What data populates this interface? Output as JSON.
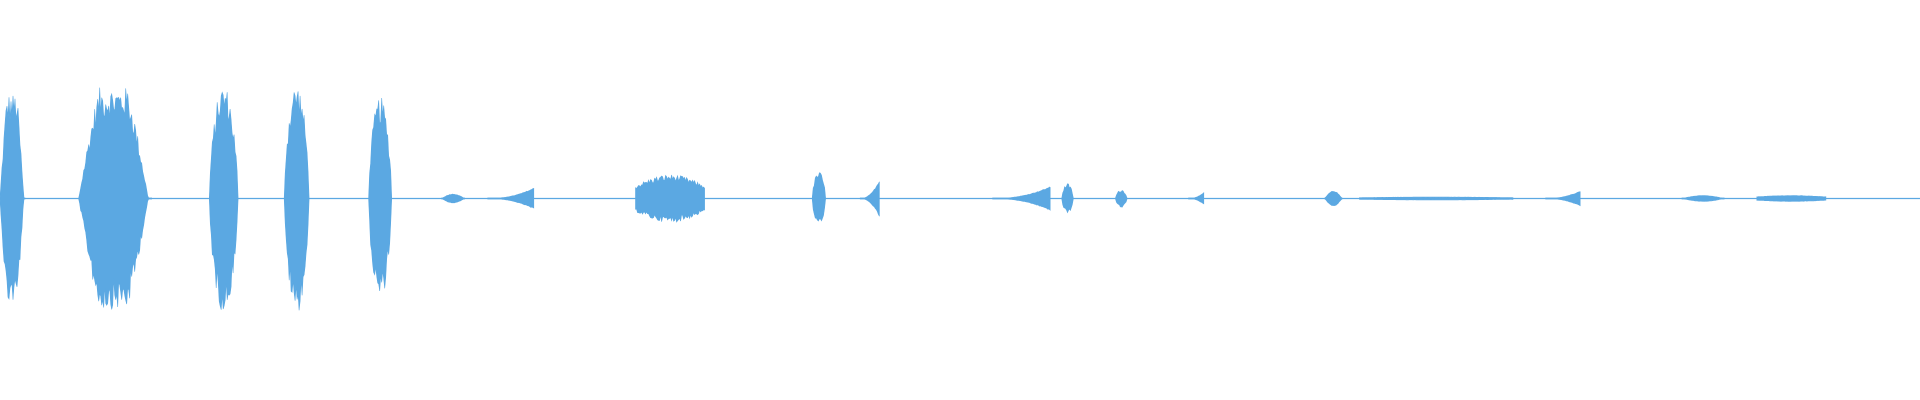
{
  "waveform": {
    "color": "#5ba8e2",
    "baseline_color": "#5ba8e2",
    "bursts": [
      {
        "t": 0.0,
        "d": 0.013,
        "a": 0.7,
        "s": "noisy"
      },
      {
        "t": 0.041,
        "d": 0.038,
        "a": 0.74,
        "s": "noisy"
      },
      {
        "t": 0.109,
        "d": 0.015,
        "a": 0.76,
        "s": "spike"
      },
      {
        "t": 0.148,
        "d": 0.013,
        "a": 0.77,
        "s": "spike"
      },
      {
        "t": 0.192,
        "d": 0.012,
        "a": 0.68,
        "s": "spike"
      },
      {
        "t": 0.23,
        "d": 0.012,
        "a": 0.03,
        "s": "blip"
      },
      {
        "t": 0.254,
        "d": 0.024,
        "a": 0.07,
        "s": "swell"
      },
      {
        "t": 0.331,
        "d": 0.036,
        "a": 0.16,
        "s": "cluster"
      },
      {
        "t": 0.423,
        "d": 0.007,
        "a": 0.18,
        "s": "spike"
      },
      {
        "t": 0.448,
        "d": 0.01,
        "a": 0.12,
        "s": "swell"
      },
      {
        "t": 0.517,
        "d": 0.03,
        "a": 0.08,
        "s": "swell"
      },
      {
        "t": 0.553,
        "d": 0.006,
        "a": 0.1,
        "s": "spike"
      },
      {
        "t": 0.581,
        "d": 0.006,
        "a": 0.06,
        "s": "spike"
      },
      {
        "t": 0.619,
        "d": 0.008,
        "a": 0.04,
        "s": "swell"
      },
      {
        "t": 0.69,
        "d": 0.009,
        "a": 0.05,
        "s": "blip"
      },
      {
        "t": 0.708,
        "d": 0.08,
        "a": 0.01,
        "s": "flat"
      },
      {
        "t": 0.805,
        "d": 0.018,
        "a": 0.05,
        "s": "swell"
      },
      {
        "t": 0.876,
        "d": 0.022,
        "a": 0.02,
        "s": "blip"
      },
      {
        "t": 0.915,
        "d": 0.036,
        "a": 0.02,
        "s": "flat"
      }
    ]
  }
}
